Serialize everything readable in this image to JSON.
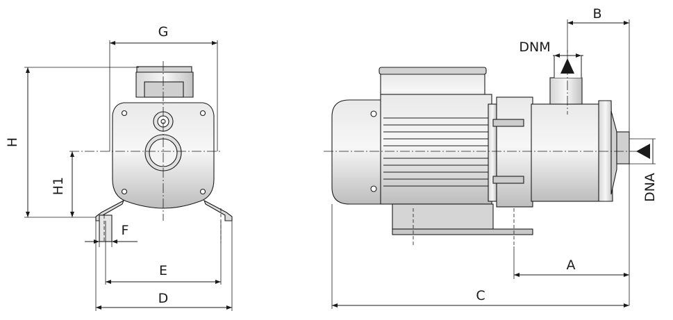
{
  "dimensions": {
    "G": "G",
    "H": "H",
    "H1": "H1",
    "F": "F",
    "E": "E",
    "D": "D",
    "B": "B",
    "DNM": "DNM",
    "DNA": "DNA",
    "A": "A",
    "C": "C"
  },
  "colors": {
    "line": "#1a1a1a",
    "metal_light": "#f2f2f2",
    "metal_mid": "#c8c8c8",
    "metal_dark": "#8f8f8f"
  }
}
